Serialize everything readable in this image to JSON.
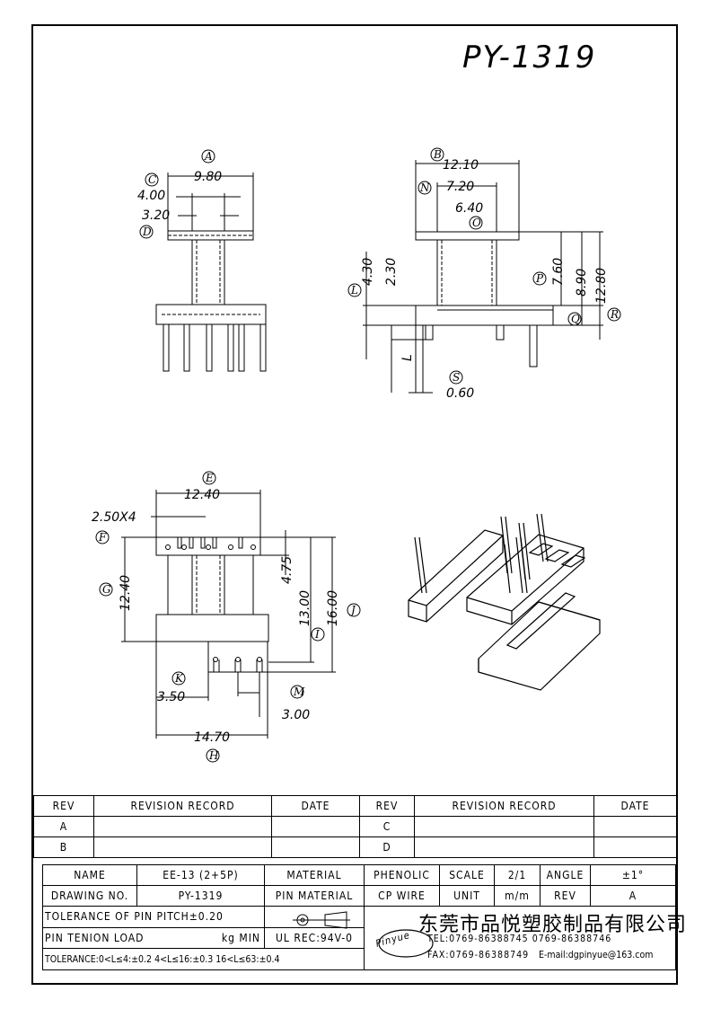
{
  "part_number": "PY-1319",
  "views": {
    "front": {
      "A": "9.80",
      "C": "4.00",
      "D": "3.20"
    },
    "side": {
      "B": "12.10",
      "N": "7.20",
      "O": "6.40",
      "L_left": "4.30",
      "L2": "2.30",
      "P": "7.60",
      "Q": "8.90",
      "R": "12.80",
      "L": "L",
      "S": "0.60"
    },
    "bottom": {
      "E": "12.40",
      "pitch": "2.50X4",
      "G": "12.40",
      "F": "4.75",
      "I": "13.00",
      "J": "16.00",
      "K": "3.50",
      "M": "3.00",
      "H": "14.70"
    },
    "letters": {
      "A": "A",
      "B": "B",
      "C": "C",
      "D": "D",
      "E": "E",
      "F": "F",
      "G": "G",
      "H": "H",
      "I": "I",
      "J": "J",
      "K": "K",
      "L": "L",
      "M": "M",
      "N": "N",
      "O": "O",
      "P": "P",
      "Q": "Q",
      "R": "R",
      "S": "S"
    }
  },
  "revision_table": {
    "headers": [
      "REV",
      "REVISION RECORD",
      "DATE",
      "REV",
      "REVISION RECORD",
      "DATE"
    ],
    "rows": [
      [
        "A",
        "",
        "",
        "C",
        "",
        ""
      ],
      [
        "B",
        "",
        "",
        "D",
        "",
        ""
      ]
    ]
  },
  "info_table": {
    "name_label": "NAME",
    "name_value": "EE-13 (2+5P)",
    "material_label": "MATERIAL",
    "material_value": "PHENOLIC",
    "scale_label": "SCALE",
    "scale_value": "2/1",
    "angle_label": "ANGLE",
    "angle_value": "±1°",
    "drawing_no_label": "DRAWING NO.",
    "drawing_no_value": "PY-1319",
    "pin_material_label": "PIN MATERIAL",
    "pin_material_value": "CP WIRE",
    "unit_label": "UNIT",
    "unit_value": "m/m",
    "rev_label": "REV",
    "rev_value": "A",
    "tolerance_pitch": "TOLERANCE OF PIN PITCH±0.20",
    "pin_tension": "PIN TENION LOAD",
    "pin_tension_unit": "kg MIN",
    "ul": "UL REC:94V-0",
    "tolerance_ranges": "TOLERANCE:0<L≤4:±0.2  4<L≤16:±0.3  16<L≤63:±0.4",
    "logo_text": "Pinyue",
    "company": "东莞市品悦塑胶制品有限公司",
    "tel": "TEL:0769-86388745    0769-86388746",
    "fax": "FAX:0769-86388749",
    "email": "E-mail:dgpinyue@163.com"
  }
}
